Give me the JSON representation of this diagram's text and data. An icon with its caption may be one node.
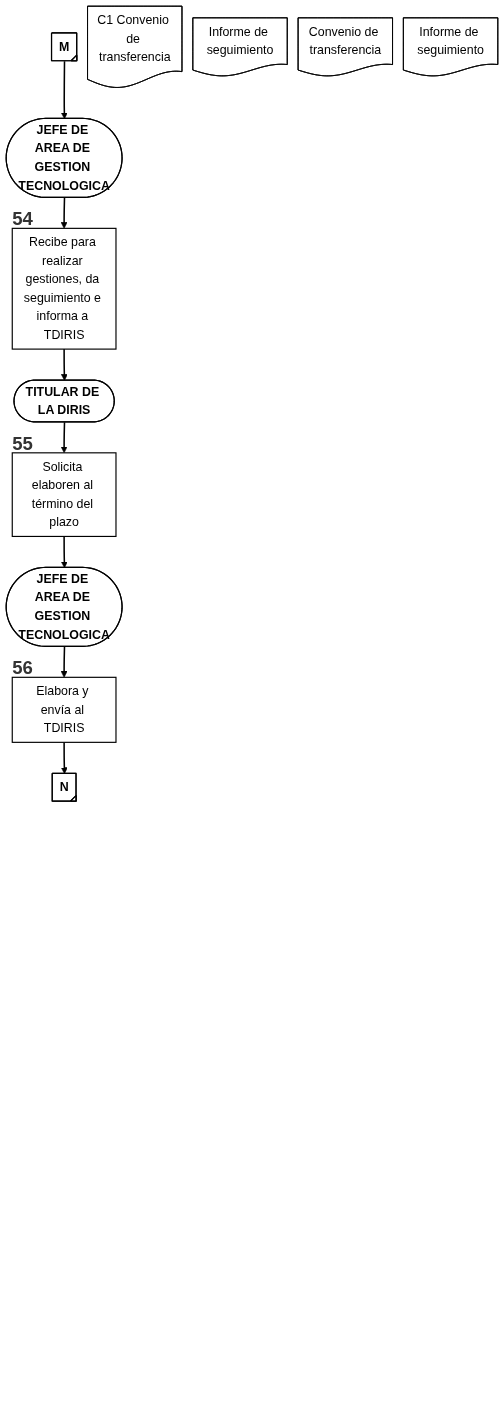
{
  "diagram": {
    "nodes": [
      {
        "text": [
          "M"
        ]
      },
      {
        "text": [
          "JEFE DE AREA DE GESTION TECNOLOGICA"
        ]
      },
      {
        "text": [
          "Recibe para realizar gestiones, da seguimiento e informa a TDIRIS"
        ],
        "beside": [
          "54"
        ]
      },
      {
        "text": [
          "C1 Convenio de transferencia"
        ]
      },
      {
        "text": [
          "TITULAR DE LA DIRIS"
        ]
      },
      {
        "text": [
          "Solicita elaboren al término del plazo"
        ],
        "beside": [
          "55"
        ]
      },
      {
        "text": [
          "Informe de seguimiento"
        ]
      },
      {
        "text": [
          "Convenio de transferencia"
        ]
      },
      {
        "text": [
          "JEFE DE AREA DE GESTION TECNOLOGICA"
        ]
      },
      {
        "text": [
          "Elabora y envía al TDIRIS"
        ],
        "beside": [
          "56"
        ]
      },
      {
        "text": [
          "Informe de seguimiento"
        ]
      },
      {
        "text": [
          "N"
        ]
      }
    ],
    "edges": [
      {
        "from": 0,
        "to": 1,
        "arrow": "to"
      },
      {
        "from": 1,
        "to": 2,
        "arrow": "to"
      },
      {
        "from": 2,
        "to": 4,
        "arrow": "to"
      },
      {
        "from": 4,
        "to": 5,
        "arrow": "to"
      },
      {
        "from": 5,
        "to": 8,
        "arrow": "to"
      },
      {
        "from": 8,
        "to": 9,
        "arrow": "to"
      },
      {
        "from": 9,
        "to": 11,
        "arrow": "to"
      }
    ]
  }
}
